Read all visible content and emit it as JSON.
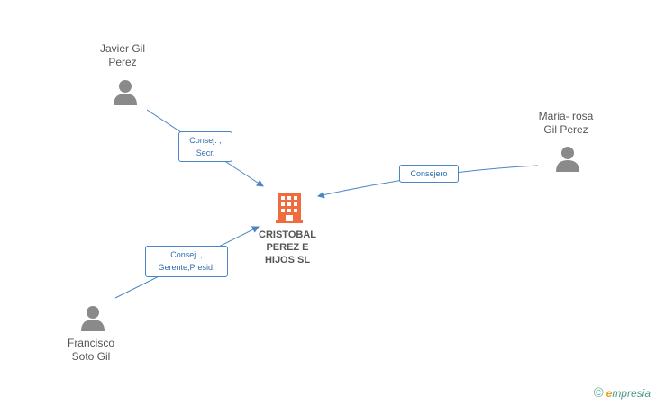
{
  "company": {
    "name_lines": [
      "CRISTOBAL",
      "PEREZ E",
      "HIJOS SL"
    ],
    "icon": "building-icon",
    "color": "#f06b3e"
  },
  "persons": [
    {
      "id": "javier",
      "name_lines": [
        "Javier Gil",
        "Perez"
      ],
      "icon": "person-icon"
    },
    {
      "id": "maria",
      "name_lines": [
        "Maria- rosa",
        "Gil Perez"
      ],
      "icon": "person-icon"
    },
    {
      "id": "francisco",
      "name_lines": [
        "Francisco",
        "Soto Gil"
      ],
      "icon": "person-icon"
    }
  ],
  "relations": [
    {
      "from": "javier",
      "role_lines": [
        "Consej. ,",
        "Secr."
      ]
    },
    {
      "from": "maria",
      "role_lines": [
        "Consejero"
      ]
    },
    {
      "from": "francisco",
      "role_lines": [
        "Consej. ,",
        "Gerente,Presid."
      ]
    }
  ],
  "colors": {
    "edge": "#4a86c5",
    "person": "#8a8a8a",
    "text": "#555555"
  },
  "brand": {
    "copyright": "©",
    "e": "e",
    "rest": "mpresia"
  }
}
